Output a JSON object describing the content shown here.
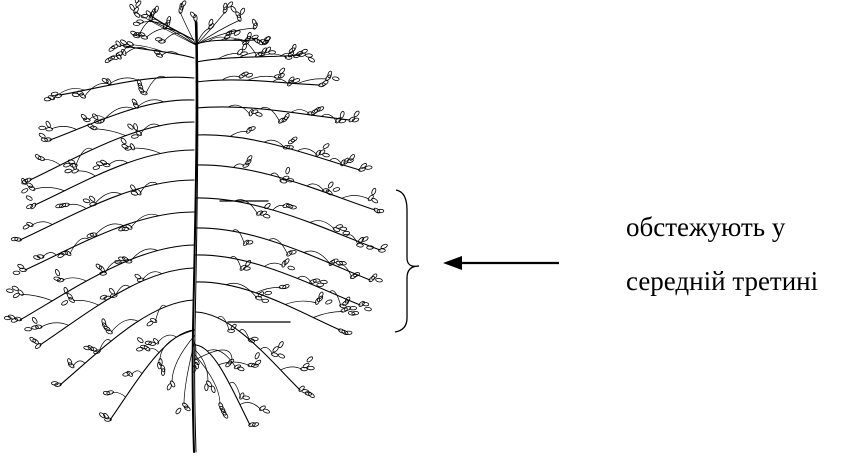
{
  "caption": {
    "line1": "обстежують у",
    "line2": "середній третині"
  },
  "colors": {
    "ink": "#000000",
    "background": "#ffffff"
  },
  "figure": {
    "subject": "panicle-sketch",
    "marked_zone": "middle-third"
  }
}
